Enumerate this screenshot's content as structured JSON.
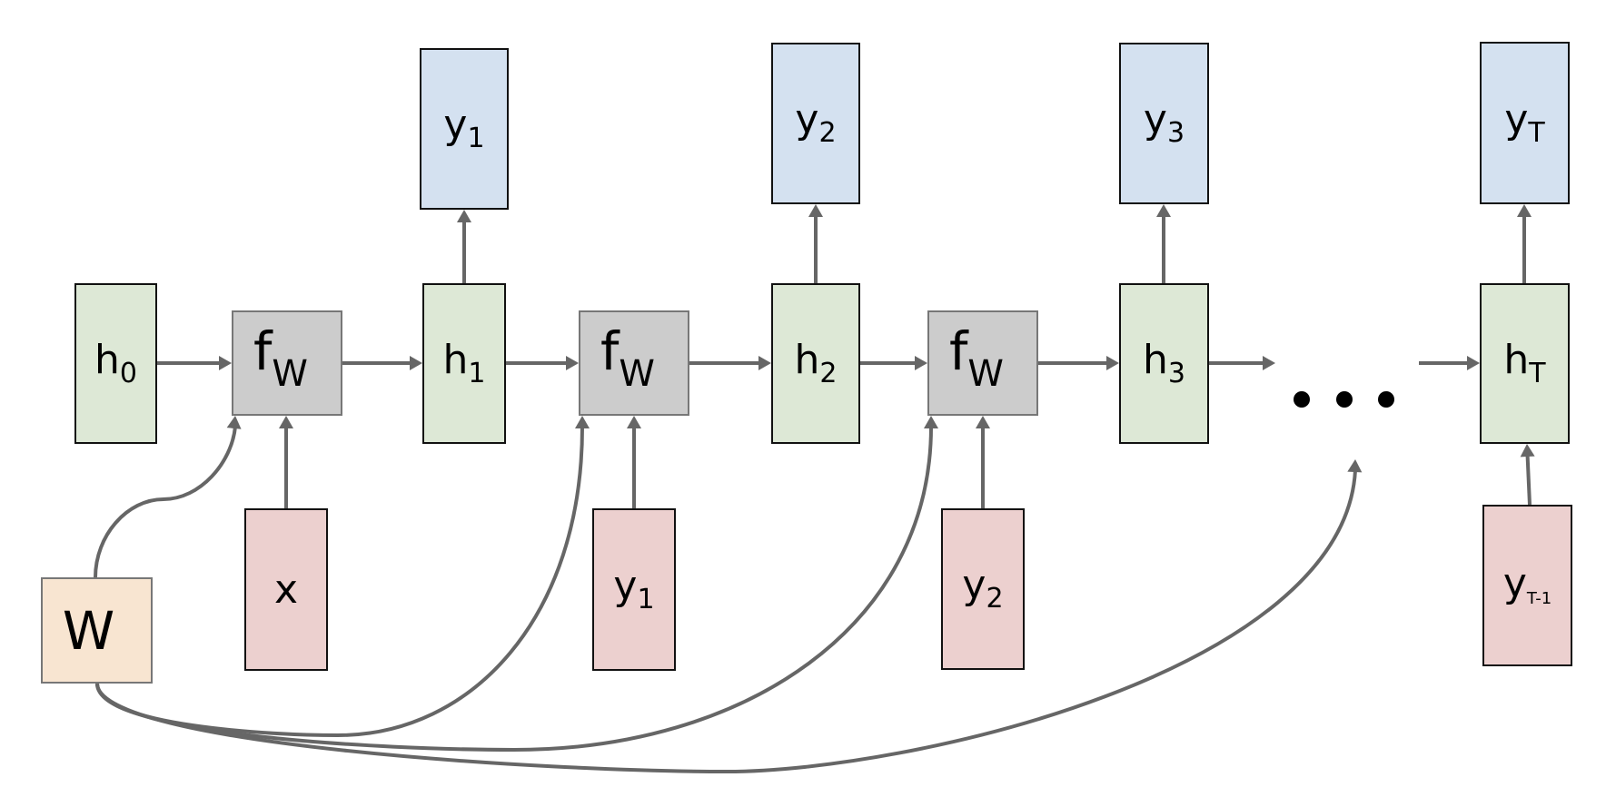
{
  "title": "Recurrent neural network unrolled through time (one-to-many with fed-back outputs)",
  "colors": {
    "hidden_fill": "#dde8d6",
    "output_fill": "#d4e1f0",
    "input_fill": "#ecd0cf",
    "function_fill": "#cccccc",
    "weight_fill": "#f8e5d1",
    "arrow": "#666666"
  },
  "nodes": {
    "h0": {
      "base": "h",
      "sub": "0"
    },
    "h1": {
      "base": "h",
      "sub": "1"
    },
    "h2": {
      "base": "h",
      "sub": "2"
    },
    "h3": {
      "base": "h",
      "sub": "3"
    },
    "hT": {
      "base": "h",
      "sub": "T"
    },
    "fw1": {
      "base": "f",
      "sub": "W"
    },
    "fw2": {
      "base": "f",
      "sub": "W"
    },
    "fw3": {
      "base": "f",
      "sub": "W"
    },
    "out1": {
      "base": "y",
      "sub": "1"
    },
    "out2": {
      "base": "y",
      "sub": "2"
    },
    "out3": {
      "base": "y",
      "sub": "3"
    },
    "outT": {
      "base": "y",
      "sub": "T"
    },
    "in_x": {
      "base": "x",
      "sub": ""
    },
    "in_y1": {
      "base": "y",
      "sub": "1"
    },
    "in_y2": {
      "base": "y",
      "sub": "2"
    },
    "in_yT1": {
      "base": "y",
      "sub": "T-1"
    },
    "W": {
      "base": "W",
      "sub": ""
    }
  },
  "ellipsis": "…",
  "edges": [
    {
      "from": "h0",
      "to": "fw1"
    },
    {
      "from": "fw1",
      "to": "h1"
    },
    {
      "from": "h1",
      "to": "out1"
    },
    {
      "from": "h1",
      "to": "fw2"
    },
    {
      "from": "fw2",
      "to": "h2"
    },
    {
      "from": "h2",
      "to": "out2"
    },
    {
      "from": "h2",
      "to": "fw3"
    },
    {
      "from": "fw3",
      "to": "h3"
    },
    {
      "from": "h3",
      "to": "out3"
    },
    {
      "from": "h3",
      "to": "ellipsis"
    },
    {
      "from": "ellipsis",
      "to": "hT"
    },
    {
      "from": "hT",
      "to": "outT"
    },
    {
      "from": "in_x",
      "to": "fw1"
    },
    {
      "from": "in_y1",
      "to": "fw2"
    },
    {
      "from": "in_y2",
      "to": "fw3"
    },
    {
      "from": "in_yT1",
      "to": "hT"
    },
    {
      "from": "W",
      "to": "fw1"
    },
    {
      "from": "W",
      "to": "fw2"
    },
    {
      "from": "W",
      "to": "fw3"
    },
    {
      "from": "W",
      "to": "ellipsis"
    }
  ]
}
